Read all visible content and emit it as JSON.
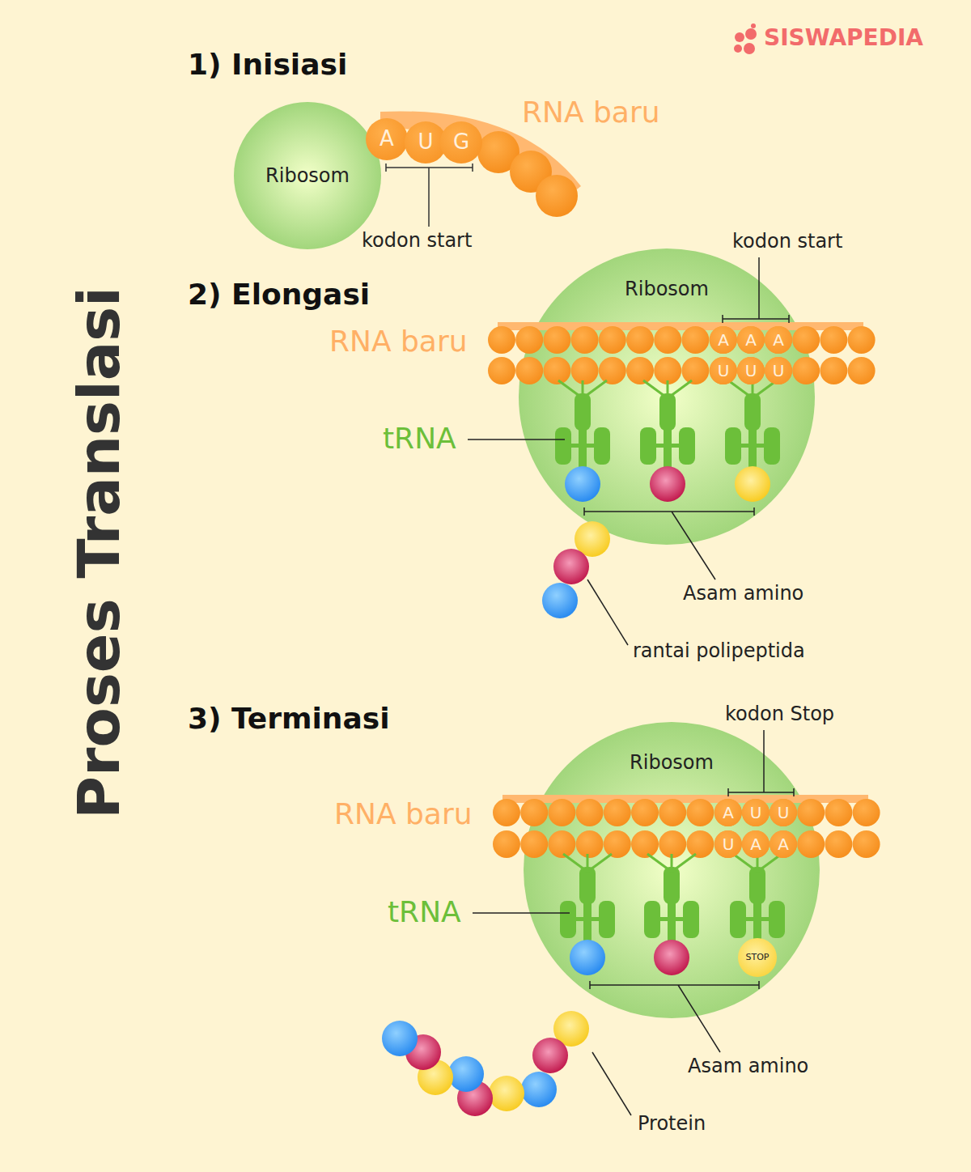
{
  "diagram": {
    "title": "Proses Translasi",
    "nodes": [
      {
        "text": [
          "Ribosom"
        ]
      },
      {
        "text": [
          "A"
        ]
      },
      {
        "text": [
          "U"
        ]
      },
      {
        "text": [
          "G"
        ]
      },
      {
        "text": [
          "Ribosom"
        ]
      },
      {
        "text": [
          "A"
        ],
        "in": 4
      },
      {
        "text": [
          "A"
        ],
        "in": 4
      },
      {
        "text": [
          "A"
        ],
        "in": 4
      },
      {
        "text": [
          "U"
        ],
        "in": 4
      },
      {
        "text": [
          "U"
        ],
        "in": 4
      },
      {
        "text": [
          "U"
        ],
        "in": 4
      },
      {
        "text": [
          "Ribosom"
        ]
      },
      {
        "text": [
          "A"
        ],
        "in": 11
      },
      {
        "text": [
          "U"
        ],
        "in": 11
      },
      {
        "text": [
          "U"
        ],
        "in": 11
      },
      {
        "text": [
          "U"
        ],
        "in": 11
      },
      {
        "text": [
          "A"
        ],
        "in": 11
      },
      {
        "text": [
          "A"
        ],
        "in": 11
      },
      {
        "text": [
          "STOP"
        ],
        "in": 11
      }
    ],
    "labels": [
      "SISWAPEDIA",
      "1) Inisiasi",
      "RNA baru",
      "kodon start",
      "2) Elongasi",
      "kodon start",
      "RNA baru",
      "tRNA",
      "Asam amino",
      "rantai polipeptida",
      "3) Terminasi",
      "kodon Stop",
      "RNA baru",
      "tRNA",
      "Asam amino",
      "Protein"
    ]
  }
}
